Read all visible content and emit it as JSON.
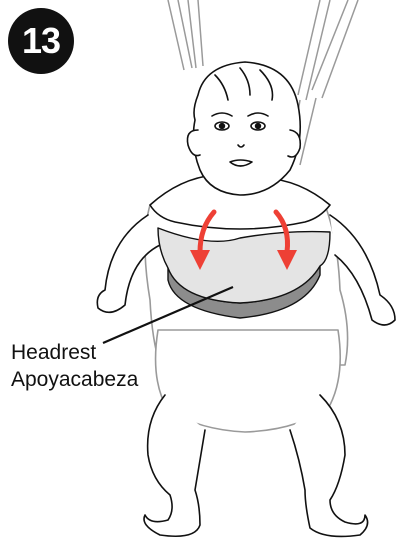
{
  "step": {
    "number": "13"
  },
  "callout": {
    "label_en": "Headrest",
    "label_es": "Apoyacabeza"
  },
  "colors": {
    "arrow": "#ee4035",
    "headrest_fill": "#e4e4e4",
    "headrest_edge": "#8c8c8c",
    "outline": "#111111",
    "harness": "#9a9a9a"
  }
}
